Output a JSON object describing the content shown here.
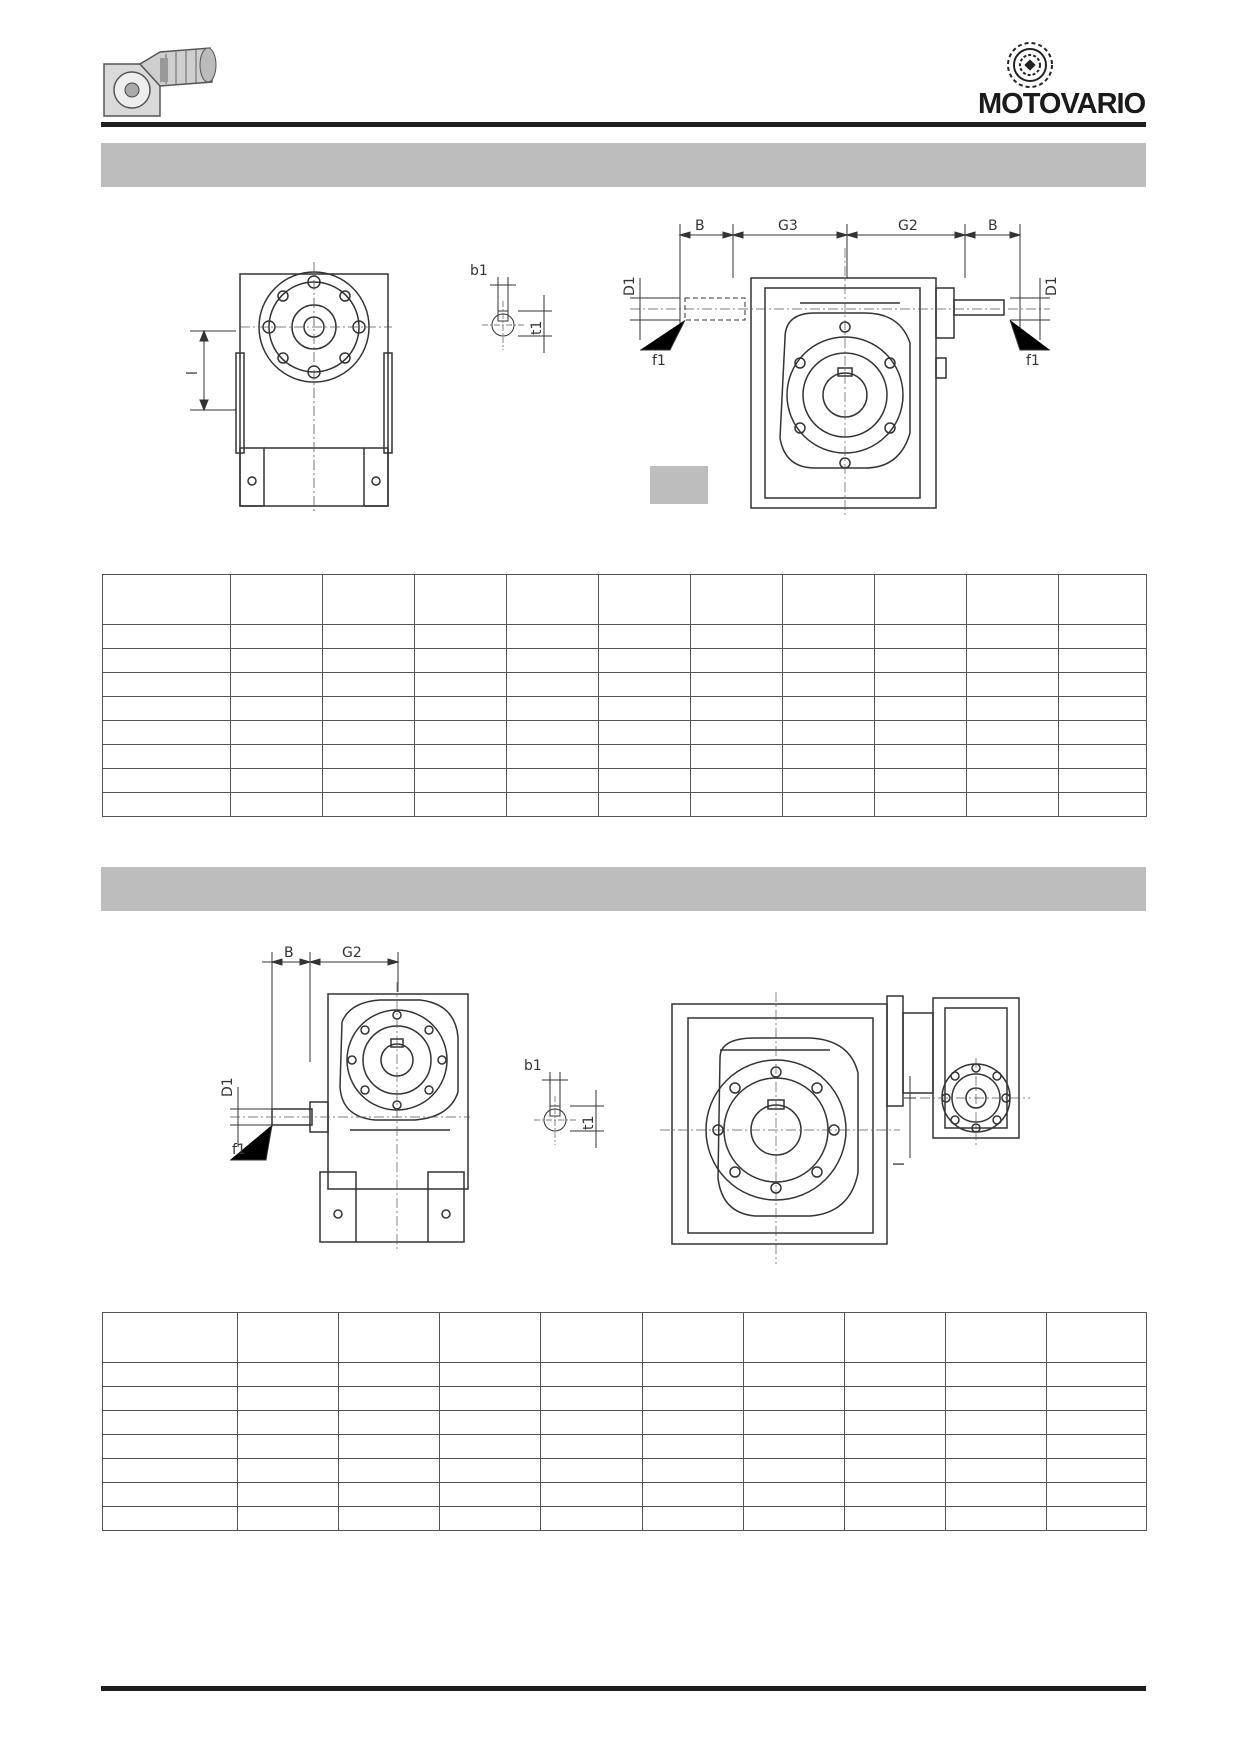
{
  "brand": {
    "name": "MOTOVARIO",
    "logo_icon": "motovario-gear-icon",
    "product_icon": "gearmotor-thumbnail-icon"
  },
  "colors": {
    "band": "#bdbdbd",
    "rule": "#1f1f1f",
    "line": "#555555"
  },
  "section1": {
    "labels": {
      "B": "B",
      "G3": "G3",
      "G2": "G2",
      "B_right": "B",
      "D1_left": "D1",
      "D1_right": "D1",
      "f1_left": "f1",
      "f1_right": "f1",
      "b1": "b1",
      "t1": "t1",
      "l": "l"
    },
    "table": {
      "columns": 11,
      "header_rows": 1,
      "body_rows": 8
    }
  },
  "section2": {
    "labels": {
      "B": "B",
      "G2": "G2",
      "D1": "D1",
      "f1": "f1",
      "b1": "b1",
      "t1": "t1",
      "l": "l"
    },
    "table": {
      "columns": 10,
      "header_rows": 1,
      "body_rows": 7
    }
  }
}
